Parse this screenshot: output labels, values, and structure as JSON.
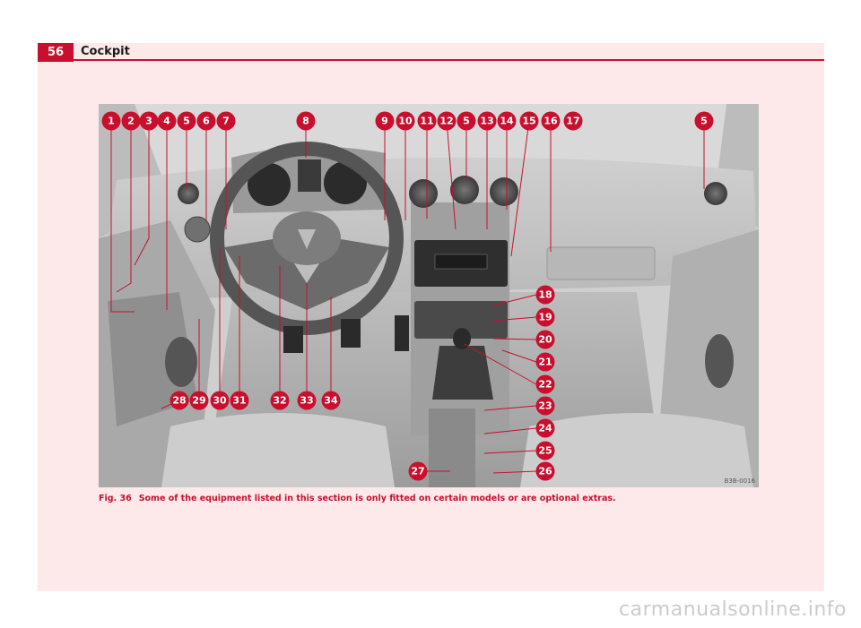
{
  "page": {
    "number": "56",
    "title": "Cockpit"
  },
  "figure": {
    "caption_label": "Fig. 36",
    "caption_text": "Some of the equipment listed in this section is only fitted on certain models or are optional extras.",
    "code": "B3B-0016",
    "callout_color": "#c8102e",
    "callouts_top": [
      "1",
      "2",
      "3",
      "4",
      "5",
      "6",
      "7",
      "8",
      "9",
      "10",
      "11",
      "12",
      "5",
      "13",
      "14",
      "15",
      "16",
      "17",
      "5"
    ],
    "callouts_right": [
      "18",
      "19",
      "20",
      "21",
      "22",
      "23",
      "24",
      "25",
      "26"
    ],
    "callouts_bottom": [
      "27",
      "28",
      "29",
      "30",
      "31",
      "32",
      "33",
      "34"
    ]
  },
  "watermark": "carmanualsonline.info"
}
